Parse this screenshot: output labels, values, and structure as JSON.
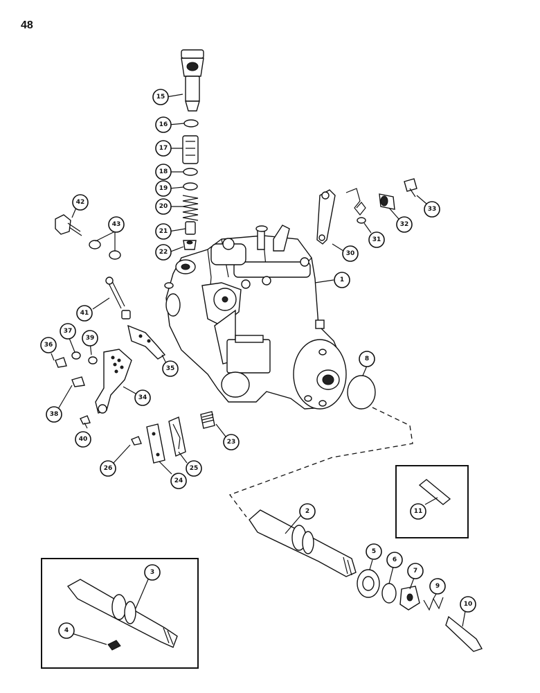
{
  "page_number": "48",
  "callouts": [
    {
      "n": "1"
    },
    {
      "n": "2"
    },
    {
      "n": "3"
    },
    {
      "n": "4"
    },
    {
      "n": "5"
    },
    {
      "n": "6"
    },
    {
      "n": "7"
    },
    {
      "n": "8"
    },
    {
      "n": "9"
    },
    {
      "n": "10"
    },
    {
      "n": "11"
    },
    {
      "n": "15"
    },
    {
      "n": "16"
    },
    {
      "n": "17"
    },
    {
      "n": "18"
    },
    {
      "n": "19"
    },
    {
      "n": "20"
    },
    {
      "n": "21"
    },
    {
      "n": "22"
    },
    {
      "n": "23"
    },
    {
      "n": "24"
    },
    {
      "n": "25"
    },
    {
      "n": "26"
    },
    {
      "n": "30"
    },
    {
      "n": "31"
    },
    {
      "n": "32"
    },
    {
      "n": "33"
    },
    {
      "n": "34"
    },
    {
      "n": "35"
    },
    {
      "n": "36"
    },
    {
      "n": "37"
    },
    {
      "n": "38"
    },
    {
      "n": "39"
    },
    {
      "n": "40"
    },
    {
      "n": "41"
    },
    {
      "n": "42"
    },
    {
      "n": "43"
    }
  ]
}
